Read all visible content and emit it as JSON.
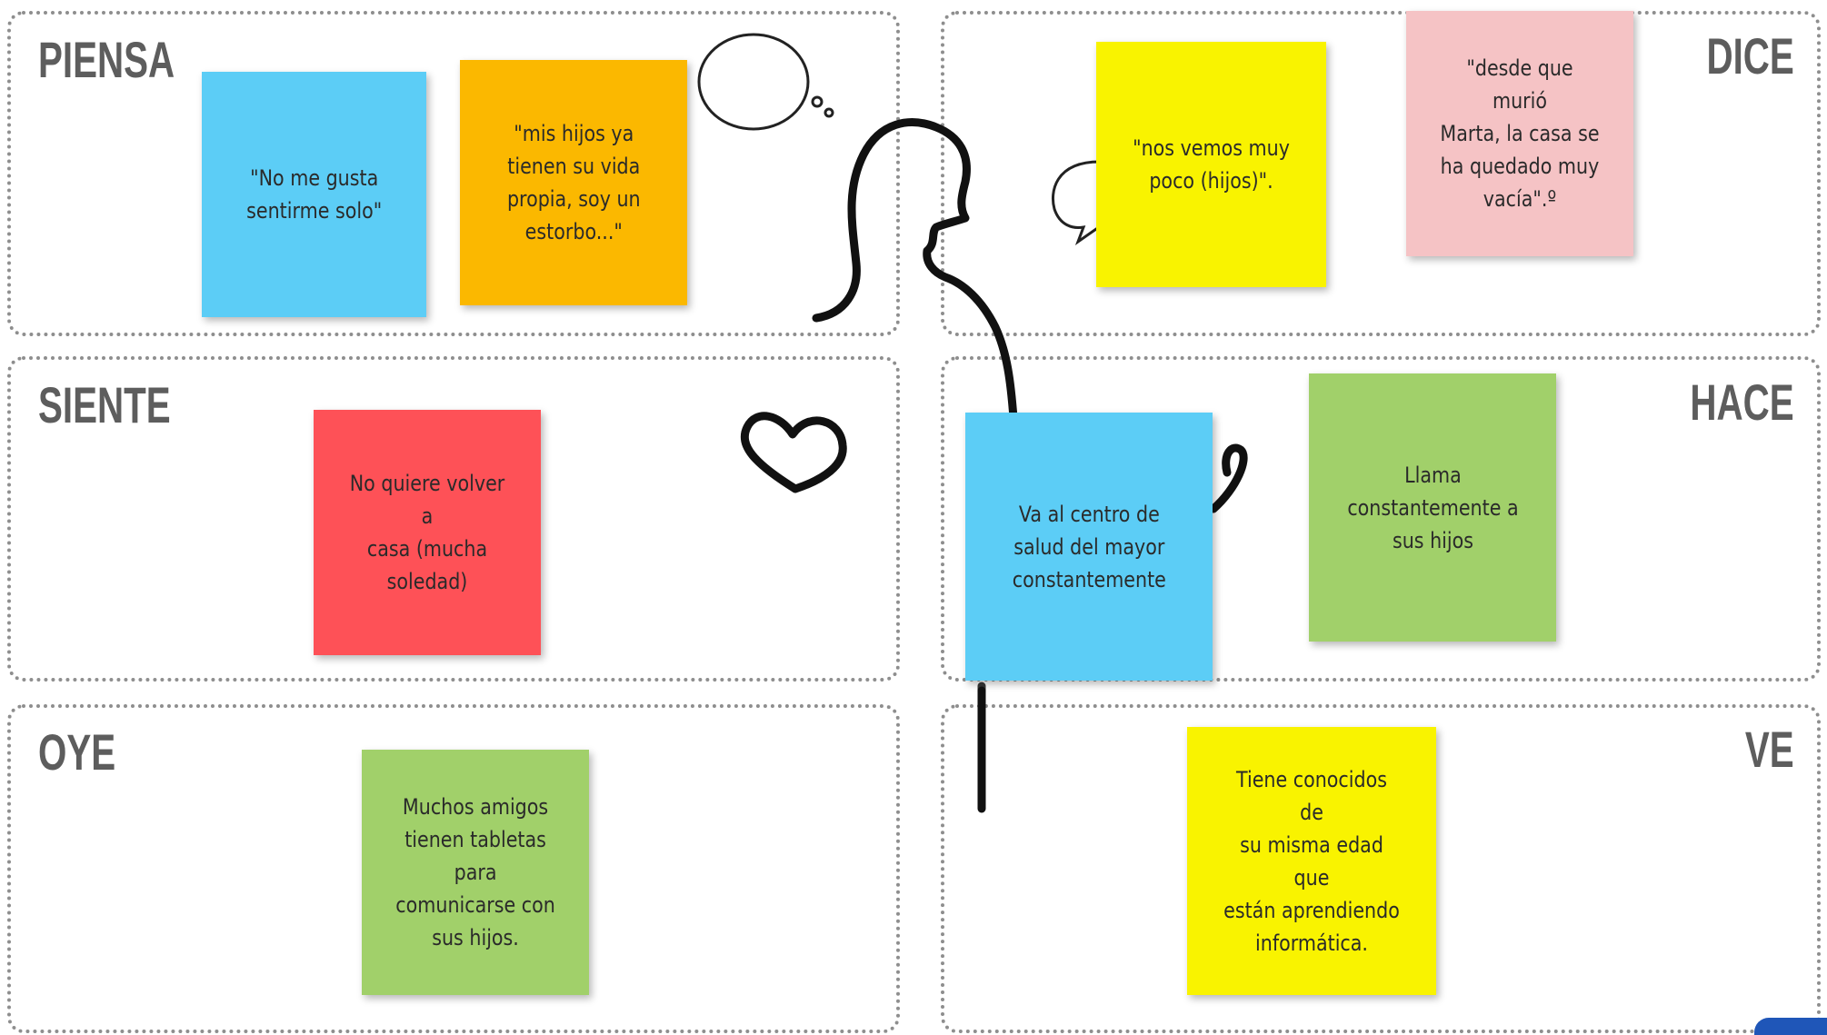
{
  "panels": {
    "piensa": "PIENSA",
    "dice": "DICE",
    "siente": "SIENTE",
    "hace": "HACE",
    "oye": "OYE",
    "ve": "VE"
  },
  "notes": {
    "piensa_1": "\"No me gusta\nsentirme solo\"",
    "piensa_2": "\"mis hijos ya\ntienen su vida\npropia, soy un\nestorbo...\"",
    "dice_1": "\"nos vemos muy\npoco (hijos)\".",
    "dice_2": "\"desde que murió\nMarta, la casa se\nha quedado muy\nvacía\".º",
    "siente_1": "No quiere volver a\ncasa (mucha\nsoledad)",
    "hace_1": "Va al centro de\nsalud del mayor\nconstantemente",
    "hace_2": "Llama\nconstantemente a\nsus hijos",
    "oye_1": "Muchos amigos\ntienen tabletas\npara\ncomunicarse con\nsus hijos.",
    "ve_1": "Tiene conocidos de\nsu misma edad que\nestán aprendiendo\ninformática."
  },
  "colors": {
    "blue": "#5ccdf6",
    "orange": "#fbb800",
    "yellow": "#f9f300",
    "pink": "#f5c3c5",
    "red": "#fe5157",
    "green": "#a1d06a",
    "border": "#8e8e8e",
    "title": "#5d5d5d"
  },
  "icons": {
    "thought_bubble": "thought-bubble-icon",
    "speech_bubble": "speech-bubble-icon",
    "heart": "heart-icon",
    "person_silhouette": "person-silhouette-drawing"
  }
}
